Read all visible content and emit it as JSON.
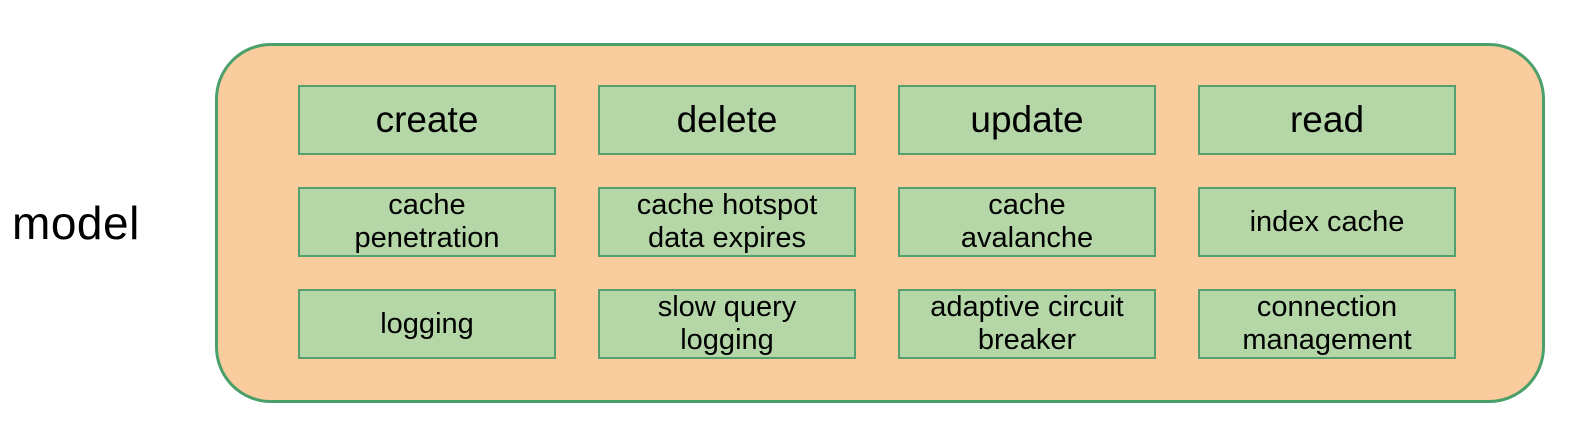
{
  "diagram": {
    "side_label": "model",
    "colors": {
      "container_fill": "#FACB9C",
      "container_border": "#4AA06A",
      "box_fill": "#B5D7A8",
      "box_border": "#559F6E",
      "text": "#000000",
      "background": "#FFFFFF"
    },
    "columns": [
      {
        "header": "create",
        "items": [
          "cache\npenetration",
          "logging"
        ]
      },
      {
        "header": "delete",
        "items": [
          "cache hotspot\ndata expires",
          "slow query\nlogging"
        ]
      },
      {
        "header": "update",
        "items": [
          "cache\navalanche",
          "adaptive circuit\nbreaker"
        ]
      },
      {
        "header": "read",
        "items": [
          "index cache",
          "connection\nmanagement"
        ]
      }
    ]
  }
}
